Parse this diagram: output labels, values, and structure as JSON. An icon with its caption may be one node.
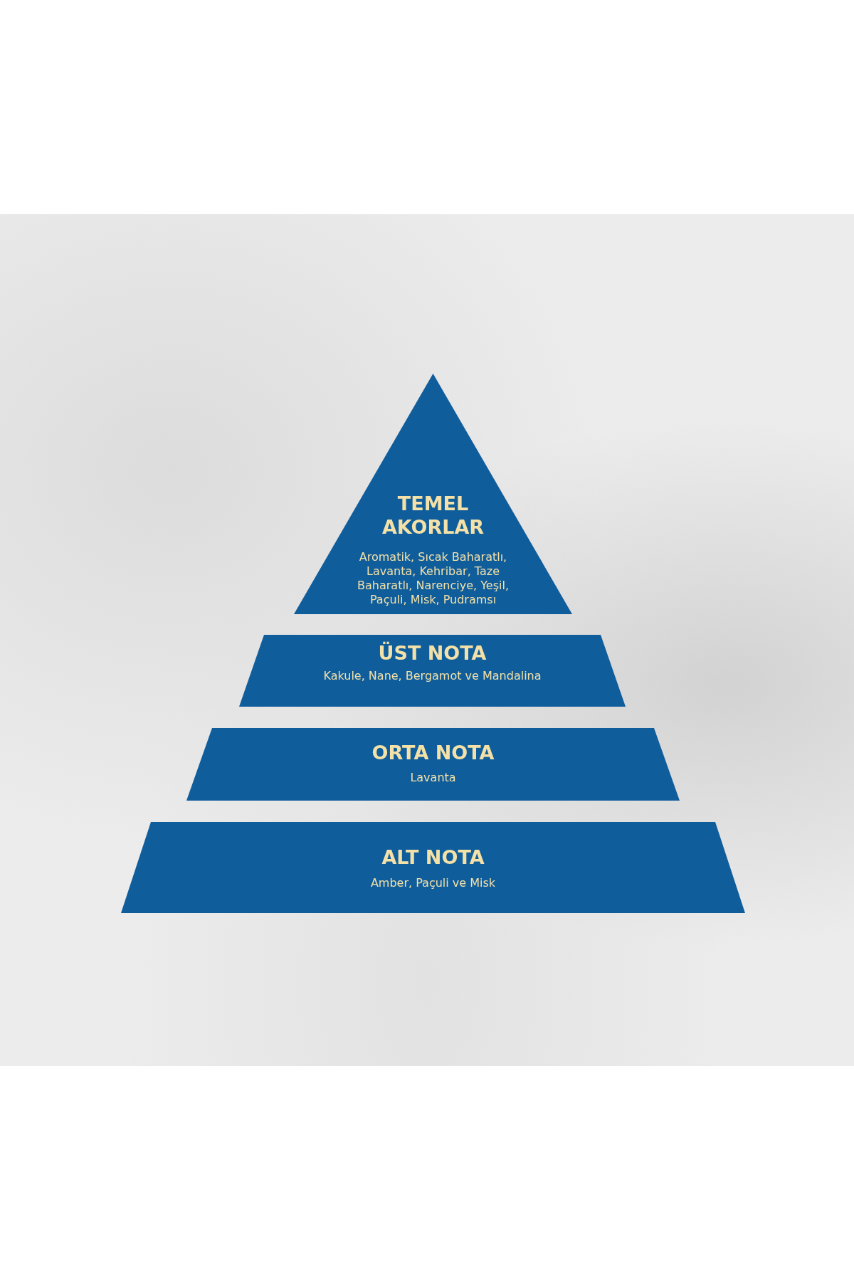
{
  "diagram": {
    "nodes": [
      {
        "text": [
          "TEMEL AKORLAR",
          "Aromatik, Sıcak Baharatlı, Lavanta, Kehribar, Taze Baharatlı, Narenciye, Yeşil, Paçuli, Misk, Pudramsı"
        ]
      },
      {
        "text": [
          "ÜST NOTA",
          "Kakule, Nane, Bergamot ve Mandalina"
        ]
      },
      {
        "text": [
          "ORTA NOTA",
          "Lavanta"
        ]
      },
      {
        "text": [
          "ALT NOTA",
          "Amber, Paçuli ve Misk"
        ]
      }
    ]
  }
}
